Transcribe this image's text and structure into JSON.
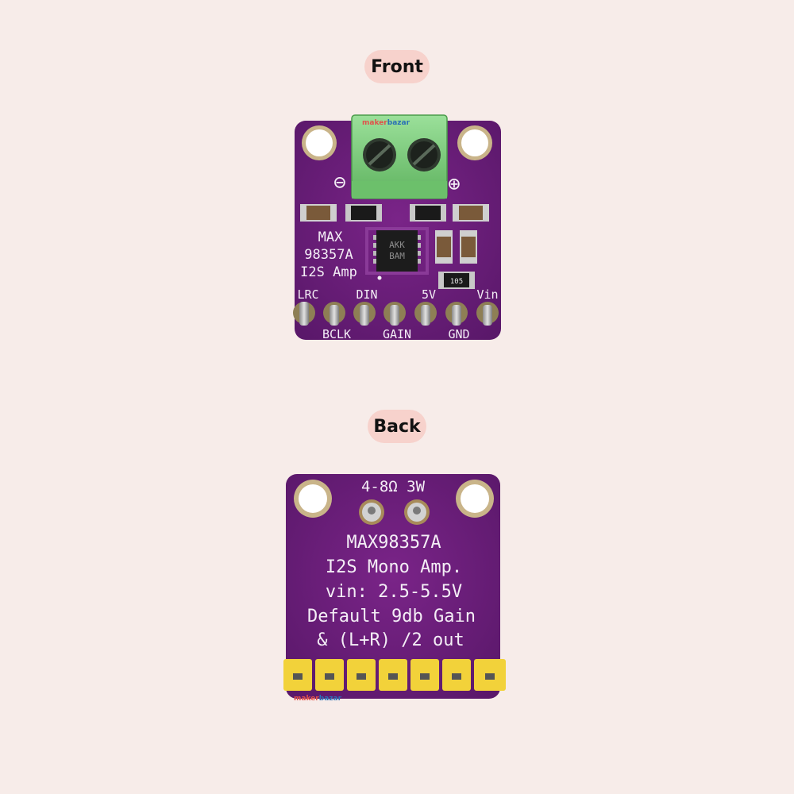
{
  "labels": {
    "front": "Front",
    "back": "Back"
  },
  "front_board": {
    "brand_prefix": "maker",
    "brand_suffix": "bazar",
    "minus_symbol": "⊖",
    "plus_symbol": "⊕",
    "title_lines": [
      "MAX",
      "98357A",
      "I2S Amp"
    ],
    "chip_marking": [
      "AKK",
      "BAM"
    ],
    "resistor_marking": "105",
    "pin_labels_top": [
      "LRC",
      "DIN",
      "5V",
      "Vin"
    ],
    "pin_labels_bottom": [
      "BCLK",
      "GAIN",
      "GND"
    ]
  },
  "back_board": {
    "rating": "4-8Ω 3W",
    "lines": [
      "MAX98357A",
      "I2S Mono Amp.",
      "vin: 2.5-5.5V",
      "Default 9db Gain",
      "& (L+R) /2 out"
    ],
    "brand_prefix": "maker",
    "brand_suffix": "bazar"
  },
  "colors": {
    "background": "#f7ece9",
    "pill": "#f7d2cc",
    "pcb": "#6a1e78",
    "terminal": "#7fce7c",
    "header_pins": "#f2d23a"
  }
}
